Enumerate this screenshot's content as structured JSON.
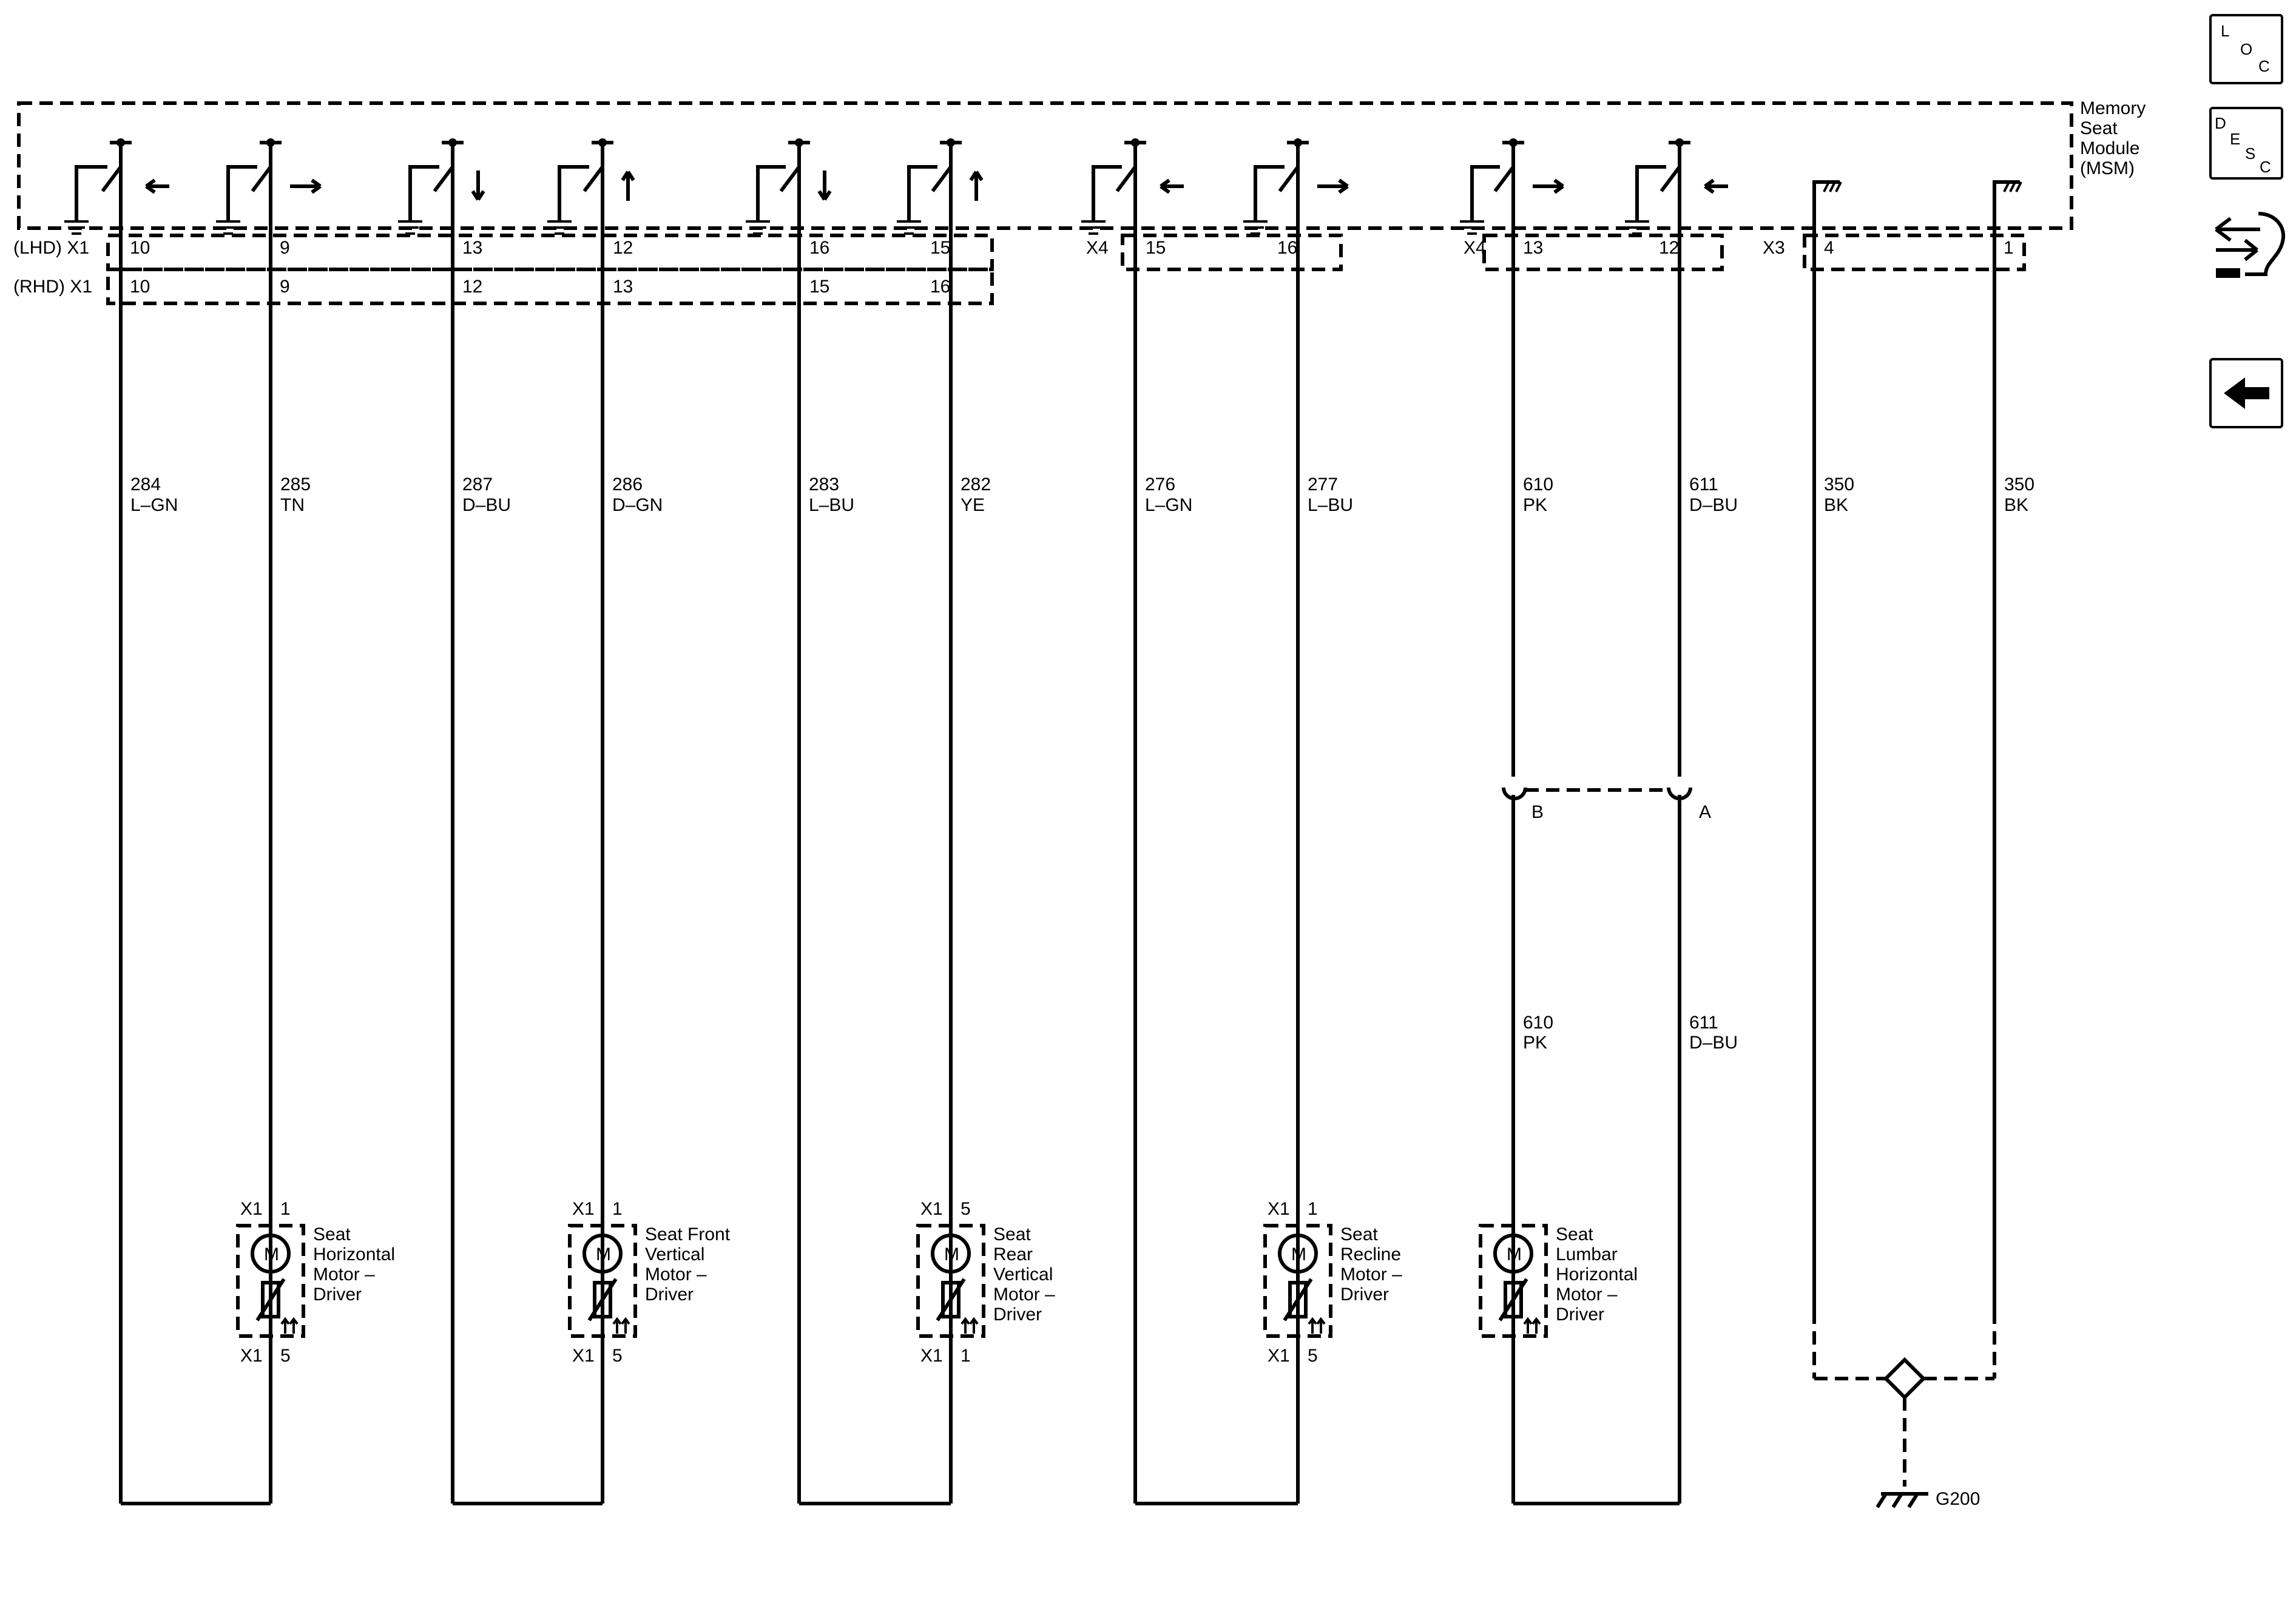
{
  "module": {
    "label_lines": [
      "Memory",
      "Seat",
      "Module",
      "(MSM)"
    ]
  },
  "side_buttons": {
    "loc": [
      "L",
      "O",
      "C"
    ],
    "desc": [
      "D",
      "E",
      "S",
      "C"
    ]
  },
  "connector_labels": {
    "lhd": "(LHD) X1",
    "rhd": "(RHD) X1",
    "x4a": "X4",
    "x4b": "X4",
    "x3": "X3"
  },
  "circuits": [
    {
      "lhd_pin": "10",
      "rhd_pin": "10",
      "circuit": "284",
      "color": "L–GN",
      "arrow": "left"
    },
    {
      "lhd_pin": "9",
      "rhd_pin": "9",
      "circuit": "285",
      "color": "TN",
      "arrow": "right"
    },
    {
      "lhd_pin": "13",
      "rhd_pin": "12",
      "circuit": "287",
      "color": "D–BU",
      "arrow": "down"
    },
    {
      "lhd_pin": "12",
      "rhd_pin": "13",
      "circuit": "286",
      "color": "D–GN",
      "arrow": "up"
    },
    {
      "lhd_pin": "16",
      "rhd_pin": "15",
      "circuit": "283",
      "color": "L–BU",
      "arrow": "down"
    },
    {
      "lhd_pin": "15",
      "rhd_pin": "16",
      "circuit": "282",
      "color": "YE",
      "arrow": "up"
    },
    {
      "lhd_pin": "15",
      "circuit": "276",
      "color": "L–GN",
      "arrow": "left"
    },
    {
      "lhd_pin": "16",
      "circuit": "277",
      "color": "L–BU",
      "arrow": "right"
    },
    {
      "lhd_pin": "13",
      "circuit": "610",
      "color": "PK",
      "arrow": "right"
    },
    {
      "lhd_pin": "12",
      "circuit": "611",
      "color": "D–BU",
      "arrow": "left"
    },
    {
      "lhd_pin": "4",
      "circuit": "350",
      "color": "BK"
    },
    {
      "lhd_pin": "1",
      "circuit": "350",
      "color": "BK"
    }
  ],
  "lumbar_connector": {
    "b_label": "B",
    "a_label": "A",
    "lower": [
      {
        "circuit": "610",
        "color": "PK"
      },
      {
        "circuit": "611",
        "color": "D–BU"
      }
    ]
  },
  "motors": [
    {
      "top_conn": "X1",
      "top_pin": "1",
      "bottom_conn": "X1",
      "bottom_pin": "5",
      "motor_symbol": "M",
      "label_lines": [
        "Seat",
        "Horizontal",
        "Motor –",
        "Driver"
      ]
    },
    {
      "top_conn": "X1",
      "top_pin": "1",
      "bottom_conn": "X1",
      "bottom_pin": "5",
      "motor_symbol": "M",
      "label_lines": [
        "Seat Front",
        "Vertical",
        "Motor –",
        "Driver"
      ]
    },
    {
      "top_conn": "X1",
      "top_pin": "5",
      "bottom_conn": "X1",
      "bottom_pin": "1",
      "motor_symbol": "M",
      "label_lines": [
        "Seat",
        "Rear",
        "Vertical",
        "Motor –",
        "Driver"
      ]
    },
    {
      "top_conn": "X1",
      "top_pin": "1",
      "bottom_conn": "X1",
      "bottom_pin": "5",
      "motor_symbol": "M",
      "label_lines": [
        "Seat",
        "Recline",
        "Motor –",
        "Driver"
      ]
    },
    {
      "motor_symbol": "M",
      "label_lines": [
        "Seat",
        "Lumbar",
        "Horizontal",
        "Motor –",
        "Driver"
      ]
    }
  ],
  "ground": {
    "label": "G200"
  }
}
